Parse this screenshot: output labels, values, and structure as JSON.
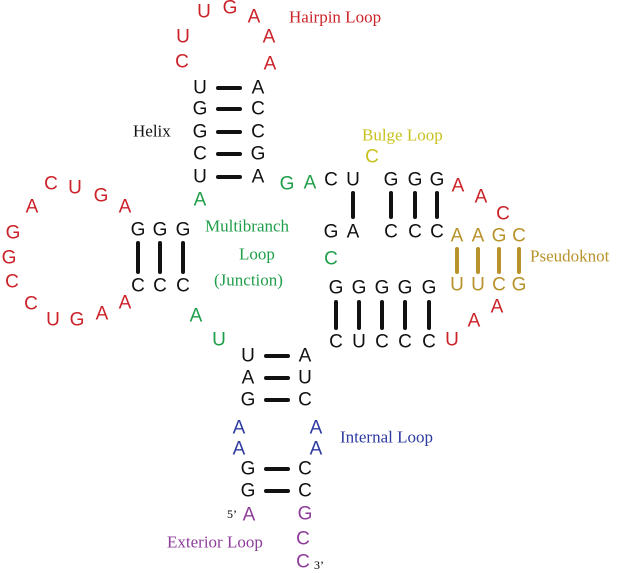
{
  "colors": {
    "helix": "#111111",
    "hairpin": "#cc2229",
    "bulge": "#c8c21e",
    "multibranch": "#1f9e4a",
    "internal": "#2e3a9f",
    "exterior": "#8e3c9a",
    "pseudoknot": "#b8922a"
  },
  "labels": {
    "hairpin": "Hairpin Loop",
    "helix": "Helix",
    "bulge": "Bulge Loop",
    "multibranch_1": "Multibranch",
    "multibranch_2": "Loop",
    "multibranch_3": "(Junction)",
    "pseudoknot": "Pseudoknot",
    "internal": "Internal Loop",
    "exterior": "Exterior Loop",
    "five_prime": "5’",
    "three_prime": "3’"
  },
  "hairpin_top": [
    "U",
    "G",
    "A",
    "U",
    "A",
    "C",
    "A"
  ],
  "top_helix": {
    "left": [
      "U",
      "G",
      "G",
      "C",
      "U"
    ],
    "right": [
      "A",
      "C",
      "C",
      "G",
      "A"
    ]
  },
  "left_helix": {
    "top": [
      "G",
      "G",
      "G"
    ],
    "bottom": [
      "C",
      "C",
      "C"
    ]
  },
  "left_loop": [
    "C",
    "U",
    "G",
    "A",
    "A",
    "G",
    "G",
    "C",
    "C",
    "U",
    "G",
    "A",
    "A"
  ],
  "multibranch": [
    "A",
    "G",
    "A",
    "C",
    "A",
    "U"
  ],
  "bulge_helix": {
    "top": [
      "C",
      "U",
      "G",
      "G",
      "G"
    ],
    "bottom": [
      "G",
      "A",
      "C",
      "C",
      "C"
    ]
  },
  "bulge": [
    "C"
  ],
  "right_loop": [
    "A",
    "A",
    "C",
    "U",
    "A",
    "A"
  ],
  "pseudoknot": {
    "top": [
      "A",
      "A",
      "G",
      "C"
    ],
    "bottom": [
      "U",
      "U",
      "C",
      "G"
    ]
  },
  "right_helix": {
    "top": [
      "G",
      "G",
      "G",
      "G",
      "G"
    ],
    "bottom": [
      "C",
      "U",
      "C",
      "C",
      "C"
    ]
  },
  "right_helix_extra": [
    "U"
  ],
  "lower_helix": {
    "left": [
      "U",
      "A",
      "G"
    ],
    "right": [
      "A",
      "U",
      "C"
    ]
  },
  "internal_loop": {
    "left": [
      "A",
      "A"
    ],
    "right": [
      "A",
      "A"
    ]
  },
  "bottom_helix": {
    "left": [
      "G",
      "G"
    ],
    "right": [
      "C",
      "C"
    ]
  },
  "exterior": {
    "left": [
      "A"
    ],
    "right": [
      "G",
      "C",
      "C"
    ]
  }
}
